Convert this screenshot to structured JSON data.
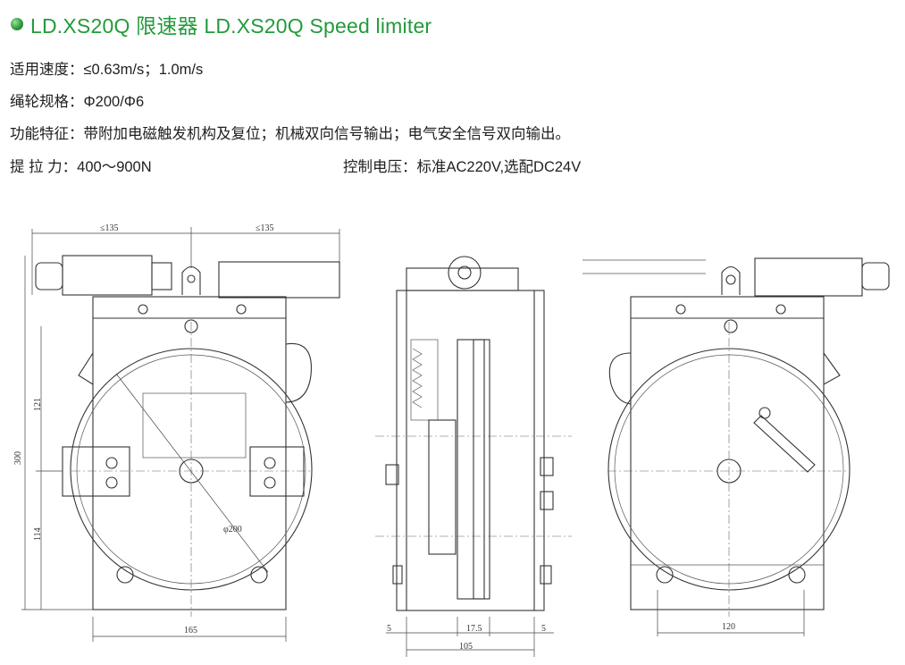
{
  "header": {
    "title": "LD.XS20Q 限速器  LD.XS20Q Speed limiter"
  },
  "specs": {
    "speed": "适用速度：≤0.63m/s；1.0m/s",
    "rope": "绳轮规格：Φ200/Φ6",
    "features": "功能特征：带附加电磁触发机构及复位；机械双向信号输出；电气安全信号双向输出。",
    "pull": "提 拉 力：400～900N",
    "voltage": "控制电压：标准AC220V,选配DC24V"
  },
  "dimensions": {
    "top_left": "≤135",
    "top_right": "≤135",
    "height_total": "300",
    "upper": "121",
    "lower": "114",
    "diameter": "φ200",
    "front_width": "165",
    "side_5_left": "5",
    "side_17_5": "17.5",
    "side_5_right": "5",
    "side_width": "105",
    "back_width": "120"
  }
}
